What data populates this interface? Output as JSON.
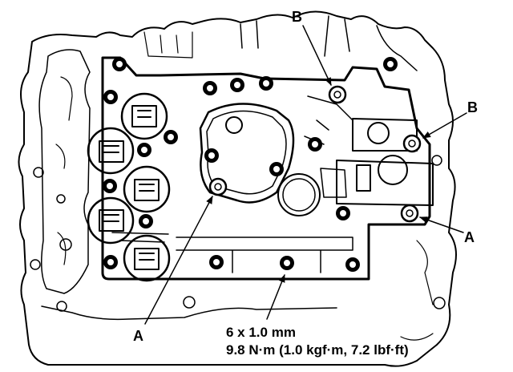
{
  "callouts": {
    "a_left": "A",
    "a_right": "A",
    "b_top": "B",
    "b_right": "B"
  },
  "spec": {
    "bolt_size": "6 x 1.0 mm",
    "torque": "9.8 N·m (1.0 kgf·m, 7.2 lbf·ft)"
  }
}
